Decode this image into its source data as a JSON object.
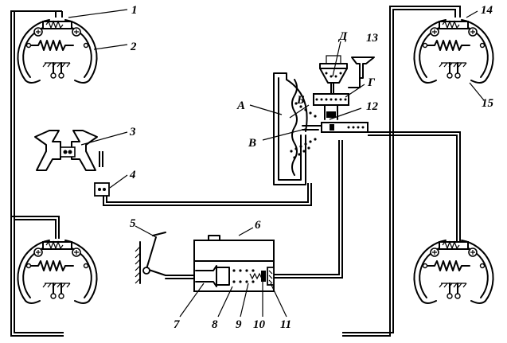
{
  "labels": {
    "n1": "1",
    "n2": "2",
    "n3": "3",
    "n4": "4",
    "n5": "5",
    "n6": "6",
    "n7": "7",
    "n8": "8",
    "n9": "9",
    "n10": "10",
    "n11": "11",
    "n12": "12",
    "n13": "13",
    "n14": "14",
    "n15": "15",
    "A": "А",
    "B": "Б",
    "V": "В",
    "G": "Г",
    "D": "Д"
  }
}
